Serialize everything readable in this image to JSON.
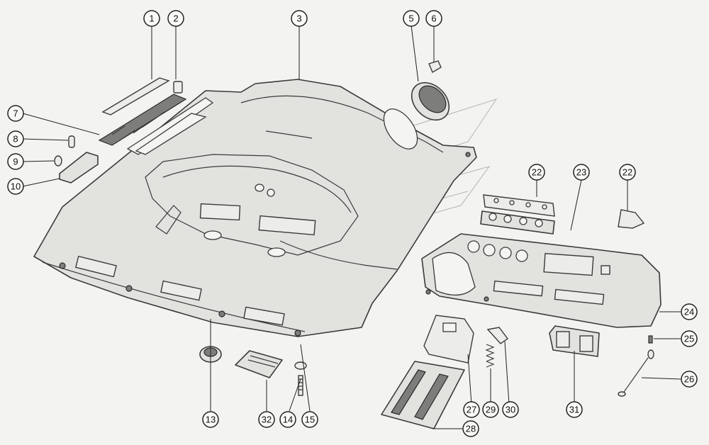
{
  "callouts": [
    {
      "id": "c1",
      "label": "1"
    },
    {
      "id": "c2",
      "label": "2"
    },
    {
      "id": "c3",
      "label": "3"
    },
    {
      "id": "c5",
      "label": "5"
    },
    {
      "id": "c6",
      "label": "6"
    },
    {
      "id": "c7",
      "label": "7"
    },
    {
      "id": "c8",
      "label": "8"
    },
    {
      "id": "c9",
      "label": "9"
    },
    {
      "id": "c10",
      "label": "10"
    },
    {
      "id": "c13",
      "label": "13"
    },
    {
      "id": "c14",
      "label": "14"
    },
    {
      "id": "c15",
      "label": "15"
    },
    {
      "id": "c22a",
      "label": "22"
    },
    {
      "id": "c22b",
      "label": "22"
    },
    {
      "id": "c23",
      "label": "23"
    },
    {
      "id": "c24",
      "label": "24"
    },
    {
      "id": "c25",
      "label": "25"
    },
    {
      "id": "c26",
      "label": "26"
    },
    {
      "id": "c27",
      "label": "27"
    },
    {
      "id": "c28",
      "label": "28"
    },
    {
      "id": "c29",
      "label": "29"
    },
    {
      "id": "c30",
      "label": "30"
    },
    {
      "id": "c31",
      "label": "31"
    },
    {
      "id": "c32",
      "label": "32"
    }
  ]
}
